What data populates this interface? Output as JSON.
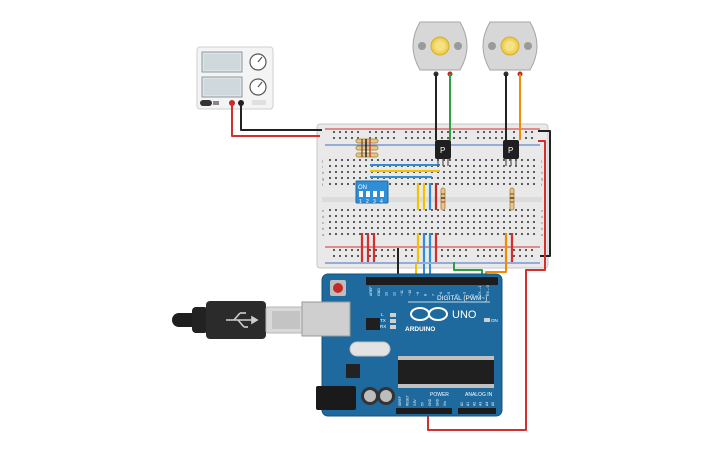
{
  "canvas": {
    "background": "#ffffff"
  },
  "colors": {
    "wire_red": "#d32f2f",
    "wire_black": "#222222",
    "wire_green": "#2ea043",
    "wire_orange": "#f08c00",
    "wire_blue": "#2f8fd6",
    "wire_yellow": "#f2c400",
    "arduino_blue": "#1e6a9e",
    "breadboard": "#e7e7e7"
  },
  "power_supply": {
    "icon": "dc-power-supply-icon"
  },
  "motors": [
    {
      "icon": "dc-motor-icon"
    },
    {
      "icon": "dc-motor-icon"
    }
  ],
  "breadboard": {
    "row_letters_top": [
      "j",
      "i",
      "h",
      "g",
      "f"
    ],
    "row_letters_bottom": [
      "e",
      "d",
      "c",
      "b",
      "a"
    ]
  },
  "transistors": [
    {
      "label": "P"
    },
    {
      "label": "P"
    }
  ],
  "dip_switch": {
    "on_label": "ON",
    "positions": [
      "1",
      "2",
      "3",
      "4"
    ]
  },
  "arduino": {
    "brand": "ARDUINO",
    "model": "UNO",
    "on_label": "ON",
    "tx_label": "TX",
    "rx_label": "RX",
    "l_label": "L",
    "digital_label": "DIGITAL (PWM~)",
    "power_label": "POWER",
    "analog_label": "ANALOG IN",
    "top_pin_labels": [
      "AREF",
      "GND",
      "13",
      "12",
      "~11",
      "~10",
      "~9",
      "8",
      "7",
      "~6",
      "~5",
      "4",
      "~3",
      "2",
      "TX→1",
      "RX←0"
    ],
    "power_pin_labels": [
      "IOREF",
      "RESET",
      "3.3V",
      "5V",
      "GND",
      "GND",
      "Vin"
    ],
    "analog_pin_labels": [
      "A0",
      "A1",
      "A2",
      "A3",
      "A4",
      "A5"
    ]
  },
  "usb_cable": {
    "icon": "usb-cable-icon"
  }
}
